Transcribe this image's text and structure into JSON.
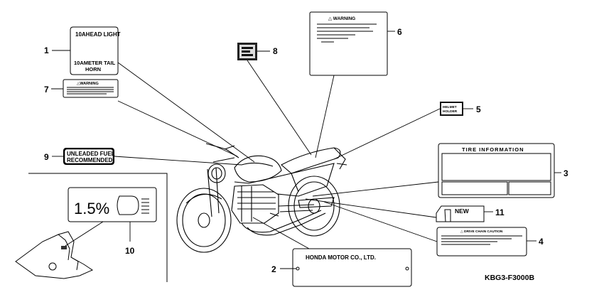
{
  "diagram_code": "KBG3-F3000B",
  "callouts": [
    "1",
    "2",
    "3",
    "4",
    "5",
    "6",
    "7",
    "8",
    "9",
    "10",
    "11"
  ],
  "labels": {
    "headlight_text_top": "10AHEAD LIGHT",
    "headlight_text_bottom_1": "10AMETER TAIL",
    "headlight_text_bottom_2": "HORN",
    "warning_small": "△WARNING",
    "warning_large": "△ WARNING",
    "helmet_1": "HELMET",
    "helmet_2": "HOLDER",
    "unleaded_1": "UNLEADED FUEL",
    "unleaded_2": "RECOMMENDED",
    "tire_info": "TIRE  INFORMATION",
    "honda": "HONDA MOTOR CO., LTD.",
    "drive_chain": "△ DRIVE CHAIN CAUTION",
    "new": "NEW",
    "headlight_percent": "1.5%"
  }
}
